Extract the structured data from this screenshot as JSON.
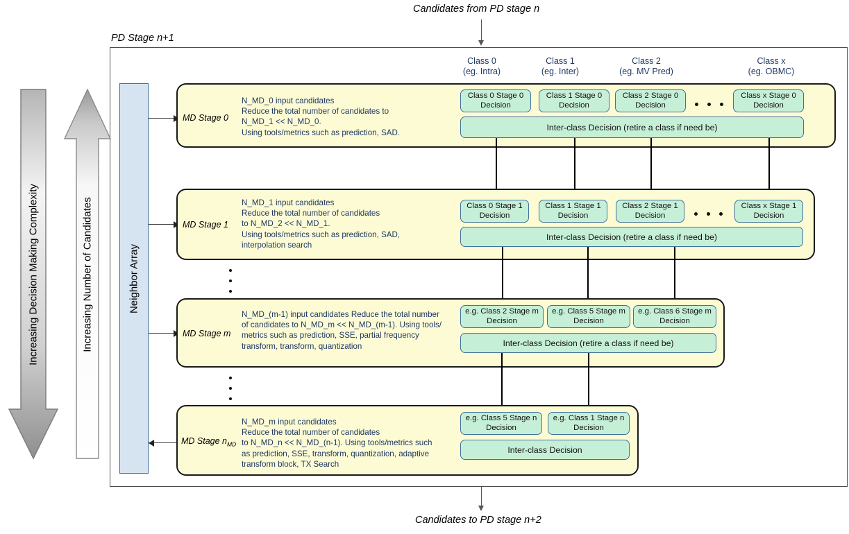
{
  "diagram": {
    "top_caption": "Candidates from PD stage n",
    "bottom_caption": "Candidates to PD stage n+2",
    "frame_label": "PD Stage n+1",
    "neighbor_array": "Neighbor Array"
  },
  "side_arrows": [
    {
      "name": "complexity",
      "label": "Increasing Decision Making Complexity",
      "direction": "down"
    },
    {
      "name": "candidates",
      "label": "Increasing Number of Candidates",
      "direction": "up"
    }
  ],
  "class_headers": [
    {
      "title": "Class 0",
      "example": "(eg. Intra)"
    },
    {
      "title": "Class 1",
      "example": "(eg. Inter)"
    },
    {
      "title": "Class 2",
      "example": "(eg. MV Pred)"
    },
    {
      "title": "Class x",
      "example": "(eg. OBMC)"
    }
  ],
  "stages": [
    {
      "id": "stage0",
      "title": "MD Stage 0",
      "title_sub": "",
      "description": "N_MD_0 input candidates\nReduce the total number of candidates to\nN_MD_1 << N_MD_0.\nUsing tools/metrics such as prediction, SAD.",
      "decisions": [
        "Class 0 Stage 0\nDecision",
        "Class 1 Stage 0\nDecision",
        "Class 2 Stage 0\nDecision",
        "Class x Stage 0\nDecision"
      ],
      "has_ellipsis": true,
      "inter_class": "Inter-class Decision (retire a class if need be)"
    },
    {
      "id": "stage1",
      "title": "MD Stage 1",
      "title_sub": "",
      "description": "N_MD_1 input candidates\nReduce the total number of candidates\nto N_MD_2 << N_MD_1.\nUsing tools/metrics such as prediction, SAD,\ninterpolation search",
      "decisions": [
        "Class 0 Stage 1\nDecision",
        "Class 1 Stage 1\nDecision",
        "Class 2 Stage 1\nDecision",
        "Class x Stage 1\nDecision"
      ],
      "has_ellipsis": true,
      "inter_class": "Inter-class Decision (retire a class if need be)"
    },
    {
      "id": "stagem",
      "title": "MD Stage m",
      "title_sub": "",
      "description": "N_MD_(m-1) input candidates Reduce the total number\nof candidates to N_MD_m << N_MD_(m-1). Using tools/\nmetrics such as prediction, SSE, partial frequency\ntransform, transform, quantization",
      "decisions": [
        "e.g. Class 2 Stage m\nDecision",
        "e.g. Class 5 Stage m\nDecision",
        "e.g. Class 6 Stage m\nDecision"
      ],
      "has_ellipsis": false,
      "inter_class": "Inter-class Decision (retire a class if need be)"
    },
    {
      "id": "stagen",
      "title": "MD Stage n",
      "title_sub": "MD",
      "description": "N_MD_m input candidates\nReduce the total number of candidates\nto N_MD_n << N_MD_(n-1). Using tools/metrics such\nas prediction, SSE, transform, quantization, adaptive\ntransform block, TX Search",
      "decisions": [
        "e.g. Class 5 Stage n\nDecision",
        "e.g. Class 1 Stage n\nDecision"
      ],
      "has_ellipsis": false,
      "inter_class": "Inter-class Decision"
    }
  ],
  "colors": {
    "stage_fill": "#fdfbd4",
    "decision_fill": "#c6efd7",
    "neighbor_fill": "#d6e3f0",
    "text_blue": "#1f3864"
  }
}
